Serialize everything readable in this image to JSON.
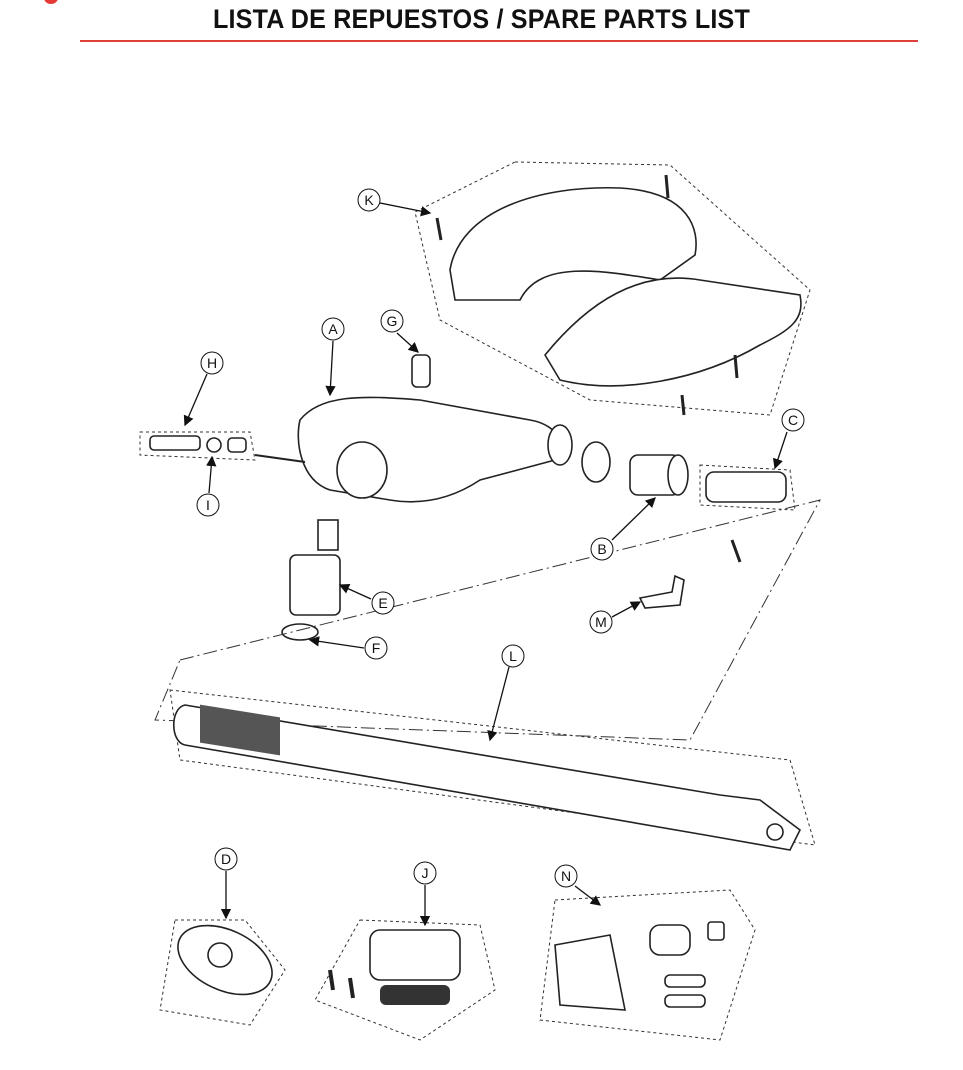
{
  "header": {
    "title": "LISTA DE REPUESTOS / SPARE PARTS LIST",
    "accent_color": "#e0403a"
  },
  "diagram": {
    "callouts": {
      "A": "A",
      "B": "B",
      "C": "C",
      "D": "D",
      "E": "E",
      "F": "F",
      "G": "G",
      "H": "H",
      "I": "I",
      "J": "J",
      "K": "K",
      "L": "L",
      "M": "M",
      "N": "N"
    }
  }
}
